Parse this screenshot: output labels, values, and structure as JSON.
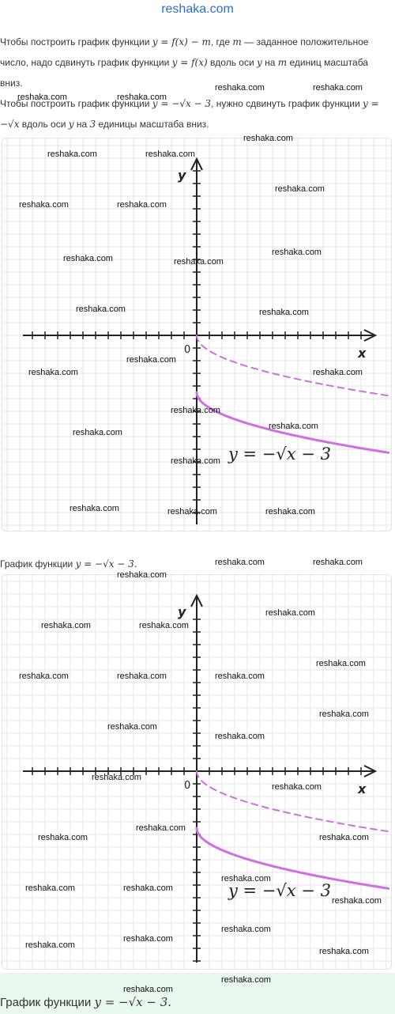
{
  "site_title": "reshaka.com",
  "text": {
    "p1_a": "Чтобы построить график функции ",
    "p1_math1": "y = f(x) − m",
    "p1_b": ", где ",
    "p1_math2": "m",
    "p1_c": " — заданное положительное число, надо сдвинуть график функции ",
    "p1_math3": "y = f(x)",
    "p1_d": " вдоль оси ",
    "p1_math4": "y",
    "p1_e": " на ",
    "p1_math5": "m",
    "p1_f": " единиц масштаба вниз.",
    "p2_a": "Чтобы построить график функции ",
    "p2_math1": "y = −√x − 3",
    "p2_b": ", нужно сдвинуть график функции ",
    "p2_math2": "y = −√x",
    "p2_c": " вдоль оси ",
    "p2_math3": "y",
    "p2_d": " на ",
    "p2_math4": "3",
    "p2_e": " единицы масштаба вниз."
  },
  "graph": {
    "axis_x_label": "x",
    "axis_y_label": "y",
    "origin_label": "0",
    "formula_label": "y = −√x − 3",
    "curve_color": "#cf6fe0",
    "grid_color": "#e4e4e4"
  },
  "chart_data": [
    {
      "type": "line",
      "x_range": [
        -6,
        6
      ],
      "y_range": [
        -6,
        6
      ],
      "grid": true,
      "series": [
        {
          "style": "dashed",
          "function": "y = -sqrt(x)",
          "x": [
            0,
            1,
            4,
            9,
            16
          ],
          "y": [
            0,
            -1,
            -2,
            -3,
            -4
          ]
        },
        {
          "style": "solid",
          "function": "y = -sqrt(x) - 3",
          "x": [
            0,
            1,
            4,
            9,
            16
          ],
          "y": [
            -3,
            -4,
            -5,
            -6,
            -7
          ]
        }
      ]
    },
    {
      "type": "line",
      "x_range": [
        -6,
        6
      ],
      "y_range": [
        -6,
        6
      ],
      "grid": true,
      "series": [
        {
          "style": "dashed",
          "function": "y = -sqrt(x)",
          "x": [
            0,
            1,
            4,
            9,
            16
          ],
          "y": [
            0,
            -1,
            -2,
            -3,
            -4
          ]
        },
        {
          "style": "solid",
          "function": "y = -sqrt(x) - 3",
          "x": [
            0,
            1,
            4,
            9,
            16
          ],
          "y": [
            -3,
            -4,
            -5,
            -6,
            -7
          ]
        }
      ]
    }
  ],
  "captions": {
    "c1_text": "График функции ",
    "c1_math": "y = −√x − 3.",
    "c2_text": "График функции ",
    "c2_math": "y = −√x − 3."
  },
  "watermark_text": "reshaka.com"
}
